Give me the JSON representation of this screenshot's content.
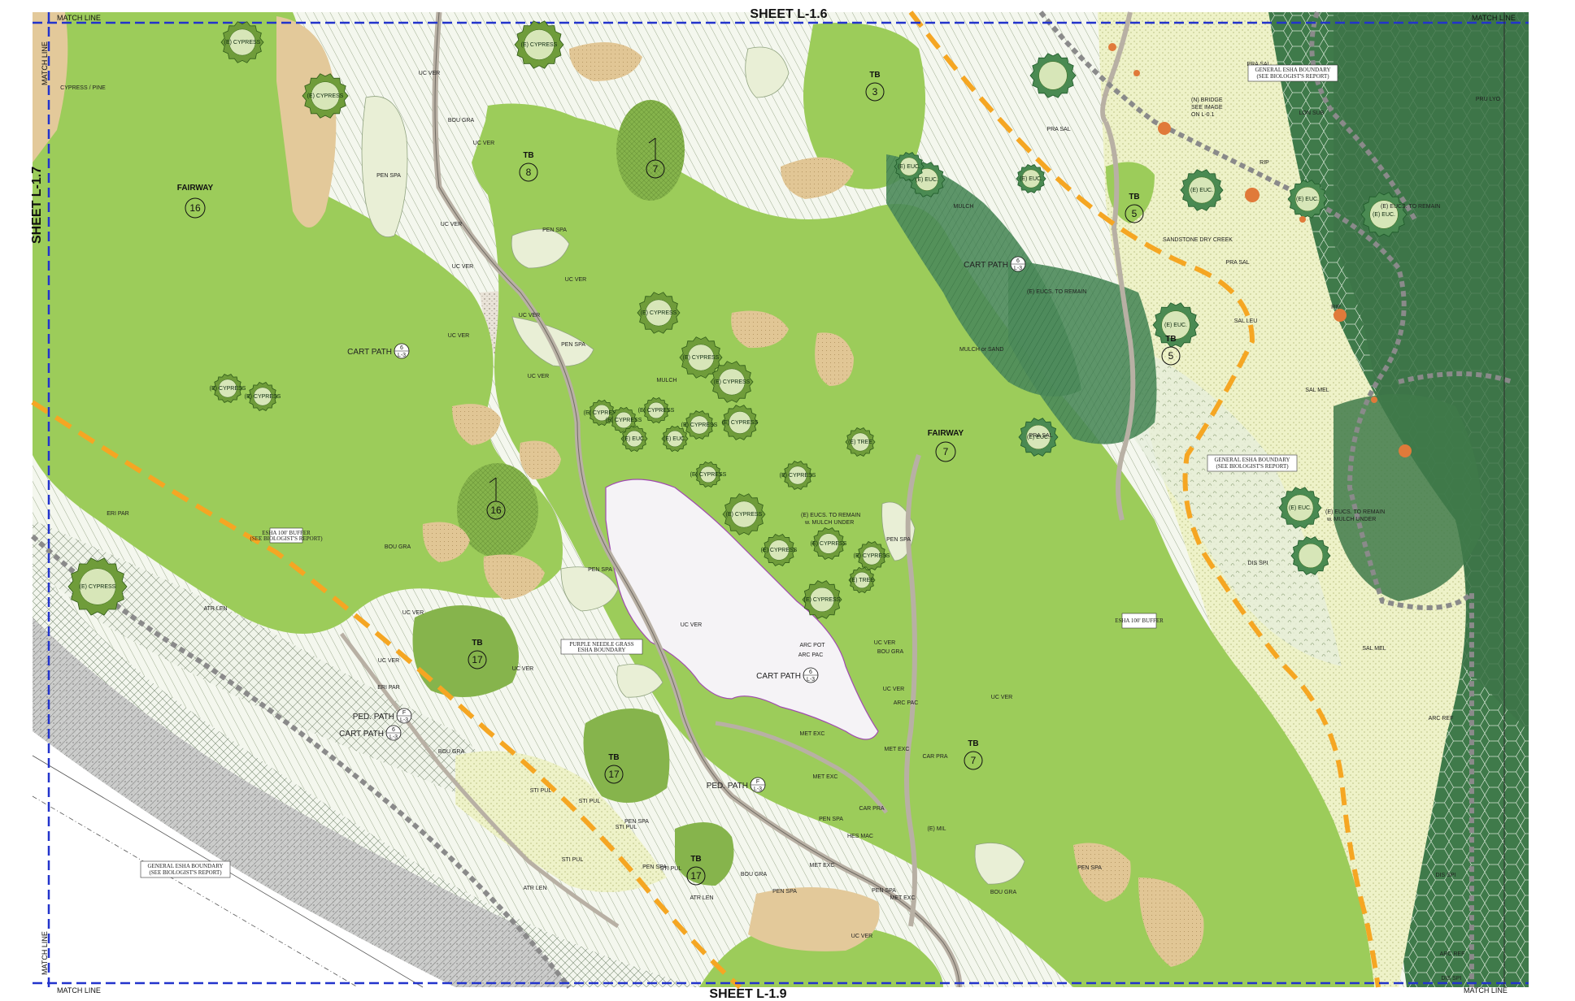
{
  "sheets": {
    "top": "SHEET L-1.6",
    "bottom": "SHEET L-1.9",
    "left": "SHEET L-1.7",
    "match_line": "MATCH LINE"
  },
  "colors": {
    "fairway": "#9ccc5a",
    "sand": "#e3c99a",
    "tree": "#6f9c3a",
    "dark_tree": "#3f7a4a",
    "esha": "#f5a623",
    "match": "#2233cc",
    "cartpath": "#b8b0a4"
  },
  "areas": [
    {
      "label": "FAIRWAY",
      "num": "16"
    },
    {
      "label": "FAIRWAY",
      "num": "7"
    }
  ],
  "tees": [
    {
      "label": "TB",
      "num": "8"
    },
    {
      "label": "TB",
      "num": "3"
    },
    {
      "label": "TB",
      "num": "5"
    },
    {
      "label": "TB",
      "num": "5"
    },
    {
      "label": "TB",
      "num": "17"
    },
    {
      "label": "TB",
      "num": "17"
    },
    {
      "label": "TB",
      "num": "17"
    },
    {
      "label": "TB",
      "num": "7"
    }
  ],
  "greens": [
    "7",
    "16"
  ],
  "paths": [
    {
      "label": "CART PATH",
      "ref": "6",
      "sheet": "L-3"
    },
    {
      "label": "CART PATH",
      "ref": "6",
      "sheet": "L-3"
    },
    {
      "label": "CART PATH",
      "ref": "6",
      "sheet": "L-3"
    },
    {
      "label": "CART PATH",
      "ref": "6",
      "sheet": "L-3"
    },
    {
      "label": "PED. PATH",
      "ref": "F",
      "sheet": "L-3"
    },
    {
      "label": "PED. PATH",
      "ref": "F",
      "sheet": "L-3"
    }
  ],
  "trees": [
    "(E) CYPRESS",
    "(E) CYPRESS",
    "(E) CYPRESS",
    "(E) CYPRESS",
    "(E) CYPRESS",
    "(E) CYPRESS",
    "(E) CYPRESS",
    "(E) CYPRESS",
    "(E) CYPRESS",
    "(E) CYPRESS",
    "(E) CYPRESS",
    "(E) CYPRESS",
    "(E) CYPRESS",
    "(E) CYPRESS",
    "(E) CYPRESS",
    "(E) CYPRESS",
    "(E) CYPRESS",
    "(E) CYPRESS",
    "(E) CYPRESS",
    "(E) CYPRESS",
    "(E) TREE",
    "(E) TREE",
    "(E) CYPRESS",
    "(E) EUC.",
    "(E) EUC.",
    "(E) EUC.",
    "(E) EUC.",
    "(E) EUC.",
    "(E) EUC.",
    "(E) EUC.",
    "(E) EUC.",
    "(E) EUC.",
    "(E) EUC.",
    "(E) EUC."
  ],
  "species": [
    "UC VER",
    "UC VER",
    "UC VER",
    "UC VER",
    "UC VER",
    "UC VER",
    "UC VER",
    "UC VER",
    "UC VER",
    "UC VER",
    "UC VER",
    "UC VER",
    "UC VER",
    "UC VER",
    "UC VER",
    "UC VER",
    "BOU GRA",
    "BOU GRA",
    "BOU GRA",
    "BOU GRA",
    "BOU GRA",
    "BOU GRA",
    "PEN SPA",
    "PEN SPA",
    "PEN SPA",
    "PEN SPA",
    "PEN SPA",
    "PEN SPA",
    "PEN SPA",
    "PEN SPA",
    "PEN SPA",
    "PEN SPA",
    "PEN SPA",
    "PRA SAL",
    "PRA SAL",
    "PRA SAL",
    "PRA SAL",
    "SAL MEL",
    "SAL MEL",
    "SAL LEU",
    "DIS SPI",
    "DIS SPI",
    "DIS SPI",
    "ARC REF",
    "ARC REF",
    "ARC POT",
    "ARC PAC",
    "ARC PAC",
    "STI PUL",
    "STI PUL",
    "STI PUL",
    "STI PUL",
    "STI PUL",
    "ERI PAR",
    "ERI PAR",
    "ATR LEN",
    "ATR LEN",
    "ATR LEN",
    "MET EXC",
    "MET EXC",
    "MET EXC",
    "MET EXC",
    "MET EXC",
    "CAR PRA",
    "CAR PRA",
    "HES MAC",
    "LON SUB",
    "PRU LYO",
    "RIP",
    "RIP",
    "MULCH",
    "MULCH",
    "CYPRESS / PINE",
    "(E) MIL"
  ],
  "notes": {
    "esha_buffer": "ESHA 100' BUFFER",
    "esha_general": "GENERAL ESHA BOUNDARY",
    "esha_report": "(SEE BIOLOGIST'S REPORT)",
    "purple_grass": "PURPLE NEEDLE GRASS",
    "esha_boundary": "ESHA BOUNDARY",
    "bridge_1": "(N) BRIDGE",
    "bridge_2": "SEE IMAGE",
    "bridge_3": "ON L-0.1",
    "creek": "SANDSTONE DRY CREEK",
    "mulch_sand": "MULCH or SAND",
    "eucs_remain": "(E) EUCS. TO REMAIN",
    "eucs_mulch_1": "(E) EUCS. TO REMAIN",
    "eucs_mulch_2": "w. MULCH UNDER"
  }
}
